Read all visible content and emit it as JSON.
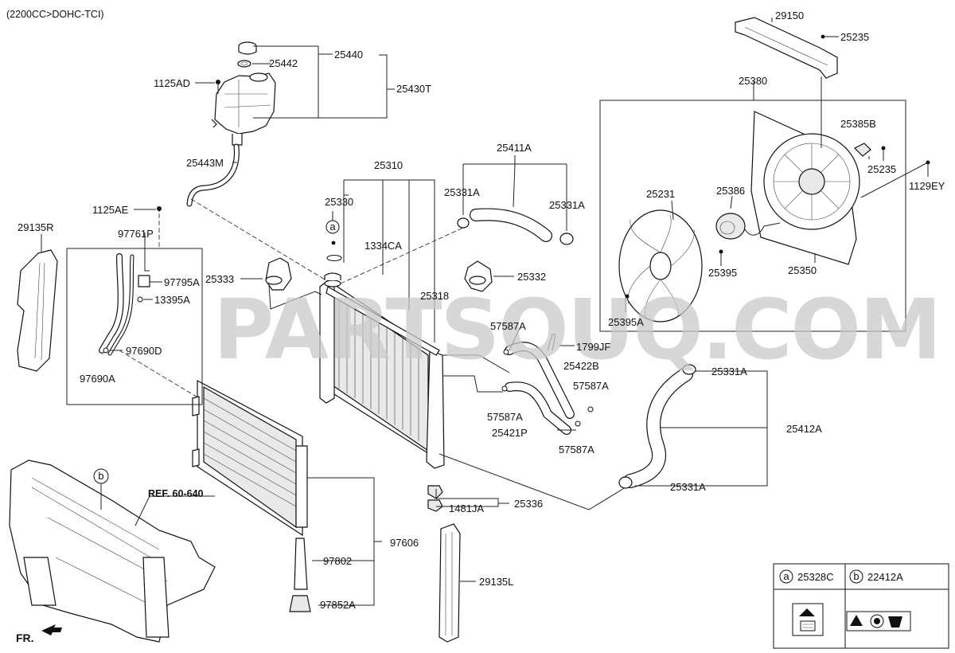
{
  "header": {
    "engine_spec": "(2200CC>DOHC-TCI)"
  },
  "watermark": "PARTSOUQ.COM",
  "labels": {
    "p25440": "25440",
    "p25442": "25442",
    "p1125AD": "1125AD",
    "p25430T": "25430T",
    "p25443M": "25443M",
    "p1125AE": "1125AE",
    "p29135R": "29135R",
    "p97761P": "97761P",
    "p97795A": "97795A",
    "p13395A": "13395A",
    "p97690D": "97690D",
    "p97690A": "97690A",
    "p25310": "25310",
    "p25330": "25330",
    "p25331A_1": "25331A",
    "p25411A": "25411A",
    "p25331A_2": "25331A",
    "p1334CA": "1334CA",
    "p25333": "25333",
    "p25332": "25332",
    "p25318": "25318",
    "p57587A_1": "57587A",
    "p1799JF": "1799JF",
    "p25422B": "25422B",
    "p57587A_2": "57587A",
    "p57587A_3": "57587A",
    "p25421P": "25421P",
    "p57587A_4": "57587A",
    "p25331A_3": "25331A",
    "p25412A": "25412A",
    "p25331A_4": "25331A",
    "p25336": "25336",
    "p1481JA": "1481JA",
    "p97606": "97606",
    "p97802": "97802",
    "p97852A": "97852A",
    "p29135L": "29135L",
    "p29150": "29150",
    "p25235_1": "25235",
    "p25380": "25380",
    "p25385B": "25385B",
    "p25235_2": "25235",
    "p1129EY": "1129EY",
    "p25231": "25231",
    "p25386": "25386",
    "p25395": "25395",
    "p25350": "25350",
    "p25395A": "25395A",
    "ref": "REF. 60-640",
    "fr": "FR."
  },
  "callouts": {
    "a": "a",
    "b": "b"
  },
  "legend": {
    "a_key": "a",
    "a_part": "25328C",
    "b_key": "b",
    "b_part": "22412A"
  }
}
